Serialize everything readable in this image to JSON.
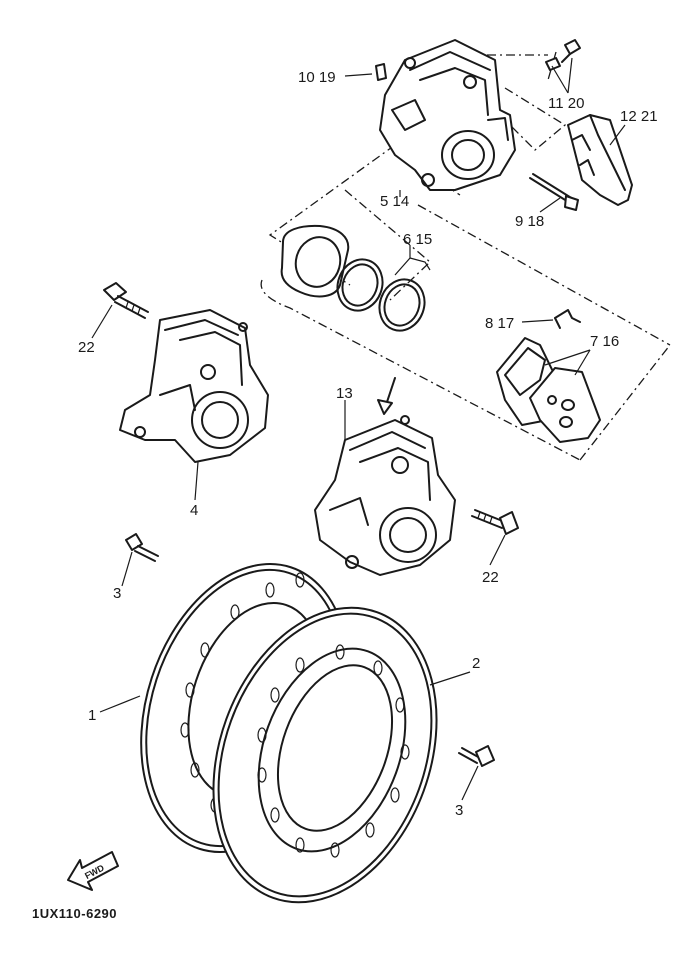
{
  "labels": {
    "caliper_bolt_pin": "10 19",
    "bleed_screw": "11 20",
    "pad_cover": "12 21",
    "caliper_assy_upper": "5 14",
    "pin": "9 18",
    "seal_kit": "6 15",
    "pad_spring": "8 17",
    "pad_kit": "7 16",
    "bolt_left": "22",
    "caliper_left": "4",
    "caliper_right": "13",
    "bolt_right": "22",
    "screw_left": "3",
    "disc_left": "1",
    "disc_right": "2",
    "screw_right": "3"
  },
  "fwd_mark": "FWD",
  "drawing_code": "1UX110-6290"
}
